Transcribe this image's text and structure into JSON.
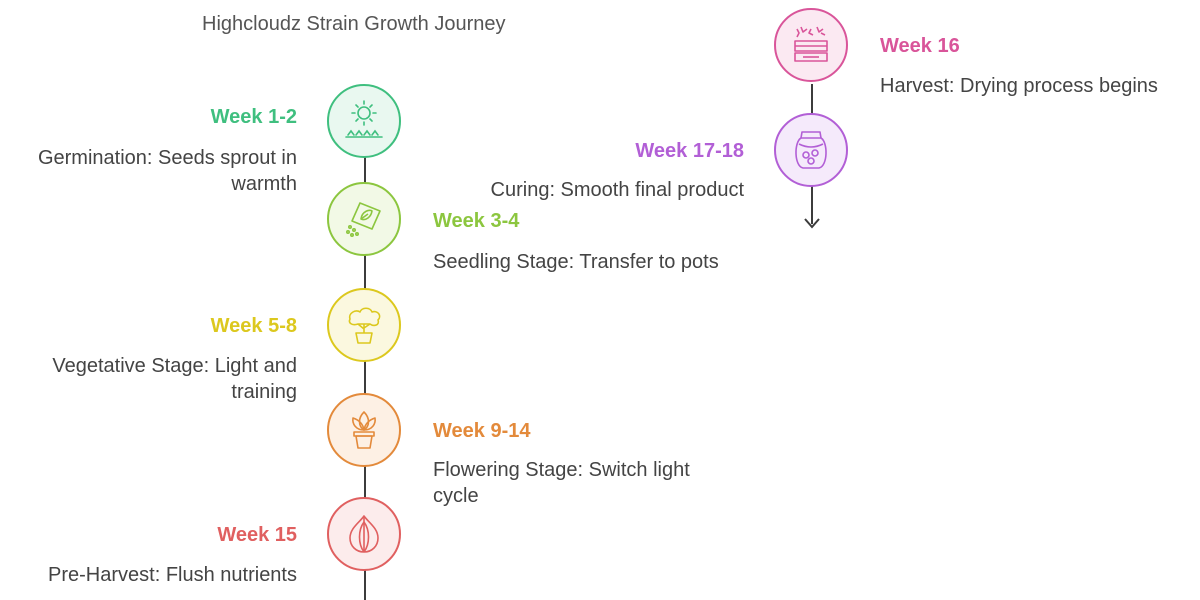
{
  "title": "Highcloudz Strain Growth Journey",
  "colors": {
    "line": "#3c3c3c",
    "text": "#444444"
  },
  "stages": [
    {
      "week": "Week 1-2",
      "desc": "Germination: Seeds sprout in warmth",
      "icon": "sun-sprouts-icon",
      "color": "#3fbf7f",
      "fill": "#e9f8f0"
    },
    {
      "week": "Week 3-4",
      "desc": "Seedling Stage: Transfer to pots",
      "icon": "seed-packet-icon",
      "color": "#8cc63f",
      "fill": "#f2f9e6"
    },
    {
      "week": "Week 5-8",
      "desc": "Vegetative Stage: Light and training",
      "icon": "bonsai-tree-icon",
      "color": "#dcc81e",
      "fill": "#fbf8df"
    },
    {
      "week": "Week 9-14",
      "desc": "Flowering Stage: Switch light cycle",
      "icon": "potted-flower-icon",
      "color": "#e38a3b",
      "fill": "#fdf0e4"
    },
    {
      "week": "Week 15",
      "desc": "Pre-Harvest: Flush nutrients",
      "icon": "bulb-icon",
      "color": "#e06060",
      "fill": "#fcecec"
    },
    {
      "week": "Week 16",
      "desc": "Harvest: Drying process begins",
      "icon": "drying-rack-icon",
      "color": "#d9559a",
      "fill": "#fbe9f2"
    },
    {
      "week": "Week 17-18",
      "desc": "Curing: Smooth final product",
      "icon": "curing-jar-icon",
      "color": "#b25fd6",
      "fill": "#f5eafb"
    }
  ]
}
